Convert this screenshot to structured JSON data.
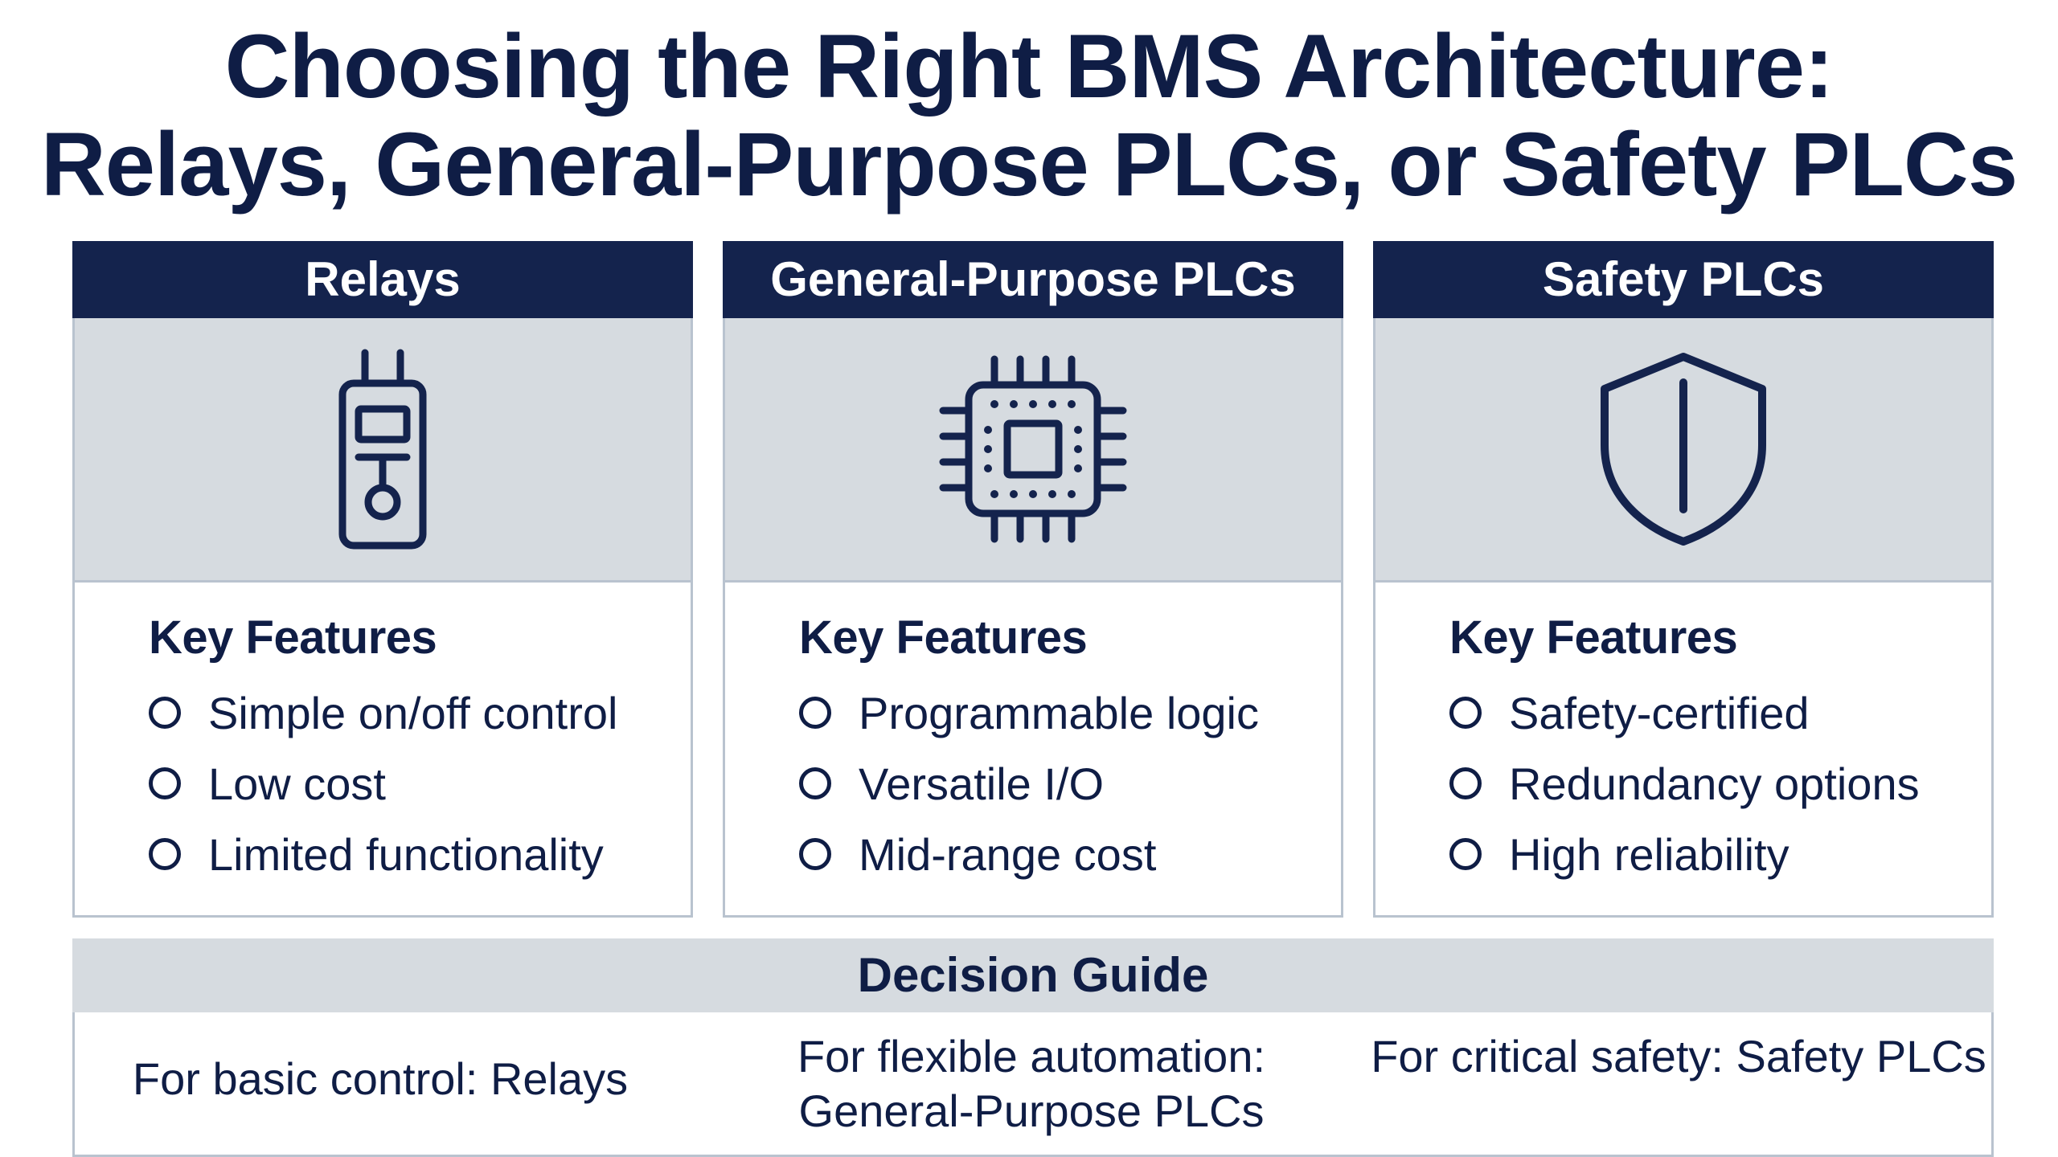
{
  "title": {
    "line1": "Choosing the Right BMS Architecture:",
    "line2": "Relays, General-Purpose PLCs, or Safety PLCs"
  },
  "columns": [
    {
      "header": "Relays",
      "icon": "relay-device-icon",
      "features_title": "Key Features",
      "features": [
        "Simple on/off control",
        "Low cost",
        "Limited functionality"
      ]
    },
    {
      "header": "General-Purpose PLCs",
      "icon": "microchip-icon",
      "features_title": "Key Features",
      "features": [
        "Programmable logic",
        "Versatile I/O",
        "Mid-range cost"
      ]
    },
    {
      "header": "Safety PLCs",
      "icon": "shield-icon",
      "features_title": "Key Features",
      "features": [
        "Safety-certified",
        "Redundancy options",
        "High reliability"
      ]
    }
  ],
  "decision_guide": {
    "title": "Decision Guide",
    "items": [
      {
        "line1": "For basic control: Relays",
        "line2": ""
      },
      {
        "line1": "For flexible automation:",
        "line2": "General-Purpose PLCs"
      },
      {
        "line1": "For critical safety: Safety PLCs",
        "line2": ""
      }
    ]
  },
  "colors": {
    "navy": "#14234d",
    "text": "#0f1d45",
    "band": "#d6dbe0",
    "border": "#b9c3cf"
  }
}
